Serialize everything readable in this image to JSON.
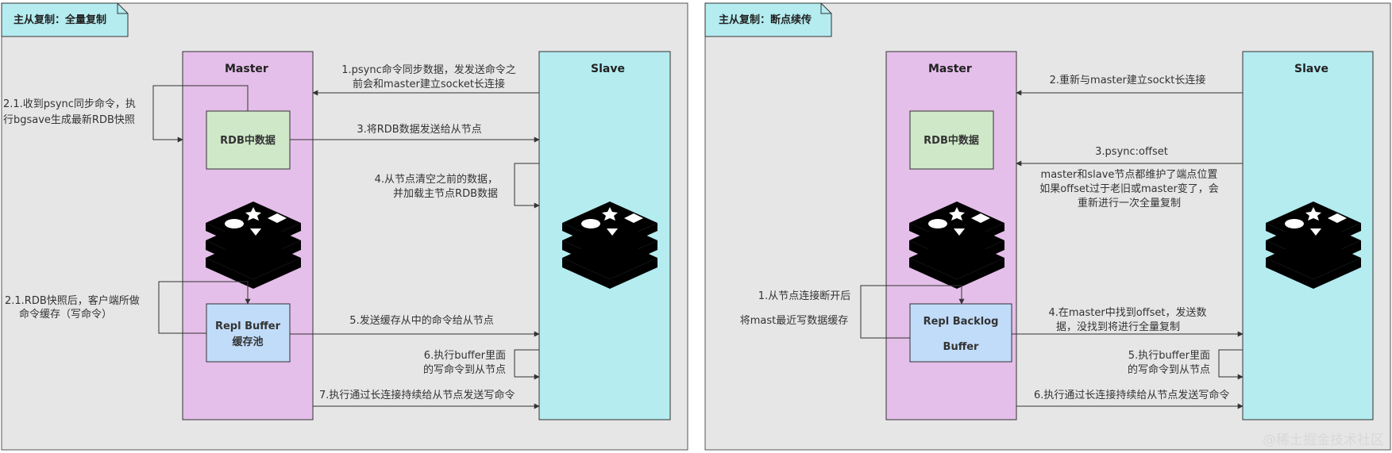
{
  "left": {
    "title": "主从复制：全量复制",
    "master_label": "Master",
    "slave_label": "Slave",
    "rdb_box": "RDB中数据",
    "repl_box": [
      "Repl Buffer",
      "缓存池"
    ],
    "step_1": [
      "1.psync命令同步数据，发发送命令之",
      "前会和master建立socket长连接"
    ],
    "step_2_1a": [
      "2.1.收到psync同步命令，执",
      "行bgsave生成最新RDB快照"
    ],
    "step_3": "3.将RDB数据发送给从节点",
    "step_4": [
      "4.从节点清空之前的数据，",
      "并加载主节点RDB数据"
    ],
    "step_2_1b": [
      "2.1.RDB快照后，客户端所做",
      "命令缓存（写命令）"
    ],
    "step_5": "5.发送缓存从中的命令给从节点",
    "step_6": [
      "6.执行buffer里面",
      "的写命令到从节点"
    ],
    "step_7": "7.执行通过长连接持续给从节点发送写命令"
  },
  "right": {
    "title": "主从复制：断点续传",
    "master_label": "Master",
    "slave_label": "Slave",
    "rdb_box": "RDB中数据",
    "repl_box": [
      "Repl Backlog",
      "Buffer"
    ],
    "step_2": "2.重新与master建立sockt长连接",
    "step_3": "3.psync:offset",
    "note": [
      "master和slave节点都维护了端点位置",
      "如果offset过于老旧或master变了，会",
      "重新进行一次全量复制"
    ],
    "step_1": [
      "1.从节点连接断开后",
      "将mast最近写数据缓存"
    ],
    "step_4": [
      "4.在master中找到offset，发送数",
      "据，没找到将进行全量复制"
    ],
    "step_5": [
      "5.执行buffer里面",
      "的写命令到从节点"
    ],
    "step_6": "6.执行通过长连接持续给从节点发送写命令"
  },
  "watermark": "@稀土掘金技术社区",
  "colors": {
    "panel_bg": "#e6e6e6",
    "master_fill": "#e4bfe9",
    "slave_fill": "#b4ecf0",
    "rdb_fill": "#cfe8c8",
    "repl_fill": "#c1dcf9",
    "title_fill": "#b4ecf0"
  }
}
